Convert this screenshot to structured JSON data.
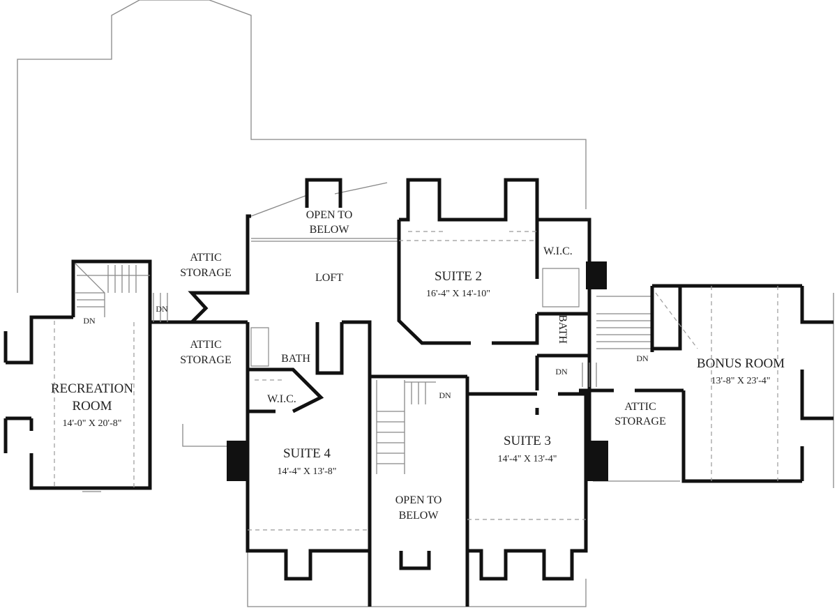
{
  "plan": {
    "rooms": {
      "open_below_top": {
        "line1": "OPEN TO",
        "line2": "BELOW"
      },
      "attic_storage_nw": {
        "line1": "ATTIC",
        "line2": "STORAGE"
      },
      "loft": {
        "name": "LOFT"
      },
      "suite2": {
        "name": "SUITE 2",
        "dims": "16'-4\" X 14'-10\""
      },
      "wic_suite2": {
        "name": "W.I.C."
      },
      "bath_suite2": {
        "name": "BATH"
      },
      "bonus_room": {
        "name": "BONUS ROOM",
        "dims": "13'-8\" X 23'-4\""
      },
      "attic_storage_e": {
        "line1": "ATTIC",
        "line2": "STORAGE"
      },
      "suite3": {
        "name": "SUITE 3",
        "dims": "14'-4\" X 13'-4\""
      },
      "open_below_bottom": {
        "line1": "OPEN TO",
        "line2": "BELOW"
      },
      "suite4": {
        "name": "SUITE 4",
        "dims": "14'-4\" X 13'-8\""
      },
      "wic_suite4": {
        "name": "W.I.C."
      },
      "bath_suite4": {
        "name": "BATH"
      },
      "attic_storage_sw": {
        "line1": "ATTIC",
        "line2": "STORAGE"
      },
      "recreation_room": {
        "line1": "RECREATION",
        "line2": "ROOM",
        "dims": "14'-0\" X 20'-8\""
      }
    },
    "stairs": {
      "dn_rec": "DN",
      "dn_attic": "DN",
      "dn_main": "DN",
      "dn_east_left": "DN",
      "dn_east_right": "DN"
    }
  }
}
